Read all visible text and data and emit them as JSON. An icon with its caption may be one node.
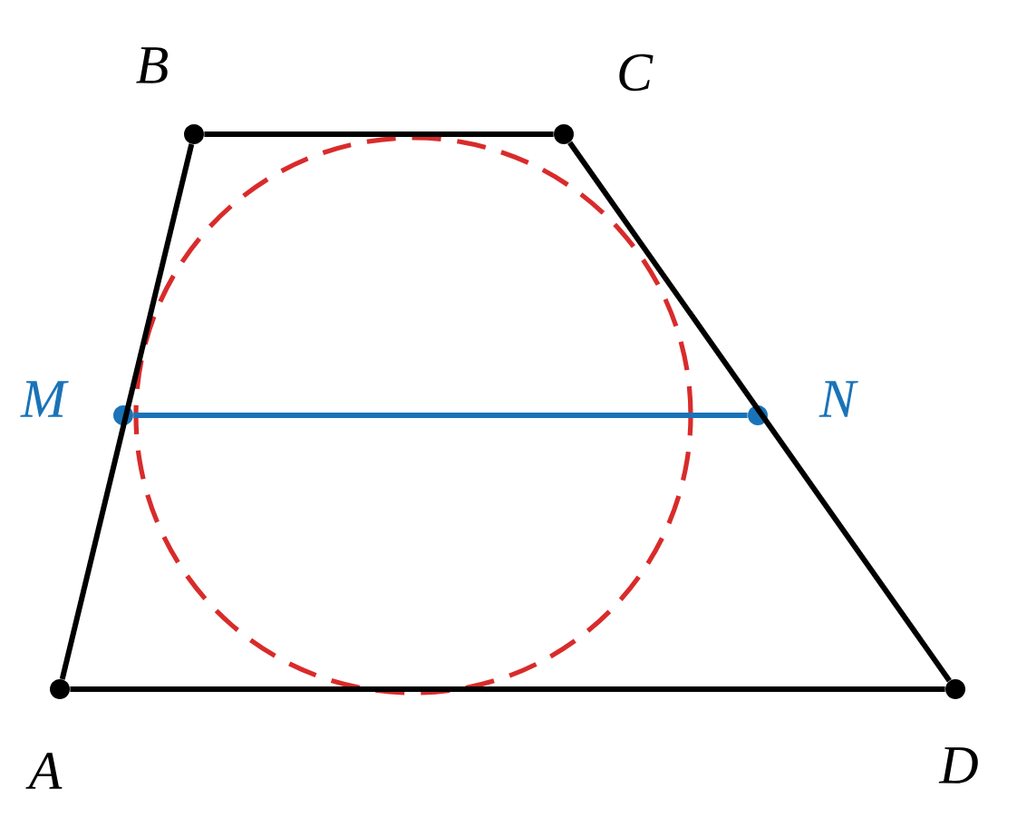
{
  "diagram": {
    "nodes": [
      {
        "text": [
          "B"
        ]
      },
      {
        "text": [
          "C"
        ]
      },
      {
        "text": [
          "M"
        ]
      },
      {
        "text": [
          "N"
        ]
      },
      {
        "text": [
          "A"
        ]
      },
      {
        "text": [
          "D"
        ]
      }
    ],
    "edges": [
      {
        "from": 4,
        "to": 0,
        "arrow": "none"
      },
      {
        "from": 0,
        "to": 1,
        "arrow": "none"
      },
      {
        "from": 1,
        "to": 5,
        "arrow": "none"
      },
      {
        "from": 4,
        "to": 5,
        "arrow": "none"
      },
      {
        "from": 2,
        "to": 3,
        "arrow": "none",
        "color": "#1a73b8"
      }
    ]
  }
}
